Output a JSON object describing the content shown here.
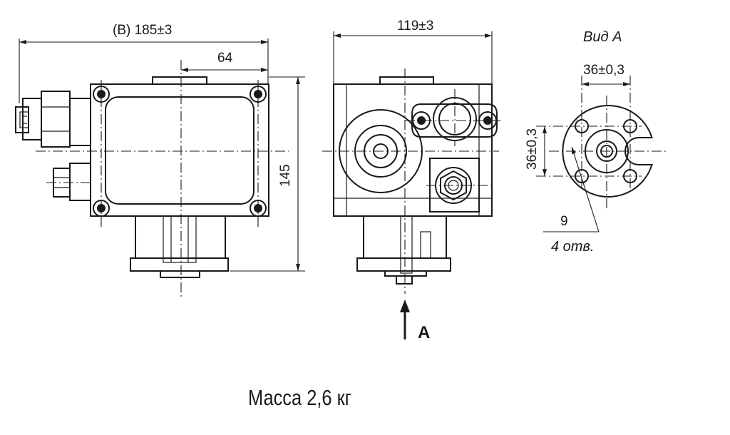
{
  "front_view": {
    "overall_width_label": "(B) 185±3",
    "offset_label": "64",
    "height_label": "145"
  },
  "side_view": {
    "width_label": "119±3",
    "arrow_label": "A"
  },
  "view_a": {
    "title": "Вид А",
    "horizontal_label": "36±0,3",
    "vertical_label": "36±0,3",
    "hole_diameter_label": "9",
    "hole_count_label": "4 отв."
  },
  "mass_label": "Масса 2,6 кг"
}
